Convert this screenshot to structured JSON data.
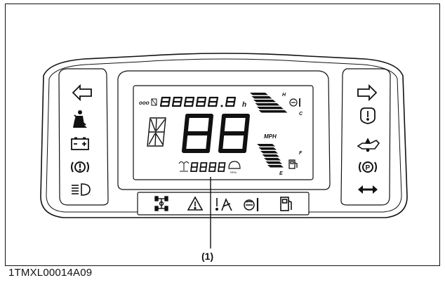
{
  "figure_code": "1TMXL00014A09",
  "callout_label": "(1)",
  "lcd": {
    "hour_meter_suffix": "h",
    "speed_unit": "MPH",
    "temp_high_mark": "H",
    "temp_low_mark": "C",
    "fuel_full_mark": "F",
    "fuel_empty_mark": "E",
    "odometer_icon_label": "ooo",
    "rpm_label": "RPM"
  },
  "left_indicators": [
    "turn-left-icon",
    "seatbelt-icon",
    "battery-icon",
    "brake-warning-icon",
    "headlight-icon"
  ],
  "right_indicators": [
    "turn-right-icon",
    "engine-warning-icon",
    "oil-pressure-icon",
    "parking-brake-icon",
    "hazard-icon"
  ],
  "bottom_indicators": [
    "4wd-icon",
    "master-warning-icon",
    "seatbelt-warning-icon",
    "coolant-temp-icon",
    "fuel-icon"
  ]
}
